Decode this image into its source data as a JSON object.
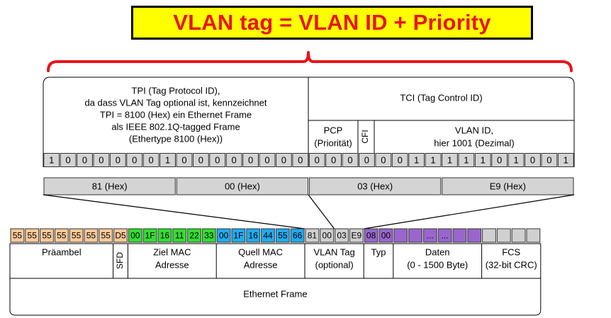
{
  "title": "VLAN tag = VLAN ID + Priority",
  "tpi_text": [
    "TPI (Tag Protocol ID),",
    "da dass VLAN Tag optional ist, kennzeichnet",
    "TPI = 8100 (Hex) ein Ethernet Frame",
    "als IEEE 802.1Q-tagged Frame",
    "(Ethertype 8100 (Hex))"
  ],
  "tci_label": "TCI (Tag Control ID)",
  "pcp_label": [
    "PCP",
    "(Priorität)"
  ],
  "cfi_label": "CFI",
  "vlan_id_label": [
    "VLAN ID,",
    "hier 1001 (Dezimal)"
  ],
  "bits": [
    "1",
    "0",
    "0",
    "0",
    "0",
    "0",
    "0",
    "1",
    "0",
    "0",
    "0",
    "0",
    "0",
    "0",
    "0",
    "0",
    "0",
    "0",
    "0",
    "0",
    "0",
    "0",
    "1",
    "1",
    "1",
    "1",
    "1",
    "0",
    "1",
    "0",
    "0",
    "1"
  ],
  "hex_bytes": [
    "81 (Hex)",
    "00 (Hex)",
    "03 (Hex)",
    "E9 (Hex)"
  ],
  "frame_bytes": [
    {
      "text": "55",
      "group": "preamble"
    },
    {
      "text": "55",
      "group": "preamble"
    },
    {
      "text": "55",
      "group": "preamble"
    },
    {
      "text": "55",
      "group": "preamble"
    },
    {
      "text": "55",
      "group": "preamble"
    },
    {
      "text": "55",
      "group": "preamble"
    },
    {
      "text": "55",
      "group": "preamble"
    },
    {
      "text": "D5",
      "group": "sfd"
    },
    {
      "text": "00",
      "group": "dest"
    },
    {
      "text": "1F",
      "group": "dest"
    },
    {
      "text": "16",
      "group": "dest"
    },
    {
      "text": "11",
      "group": "dest"
    },
    {
      "text": "22",
      "group": "dest"
    },
    {
      "text": "33",
      "group": "dest"
    },
    {
      "text": "00",
      "group": "src"
    },
    {
      "text": "1F",
      "group": "src"
    },
    {
      "text": "16",
      "group": "src"
    },
    {
      "text": "44",
      "group": "src"
    },
    {
      "text": "55",
      "group": "src"
    },
    {
      "text": "66",
      "group": "src"
    },
    {
      "text": "81",
      "group": "vlan"
    },
    {
      "text": "00",
      "group": "vlan"
    },
    {
      "text": "03",
      "group": "vlan"
    },
    {
      "text": "E9",
      "group": "vlan"
    },
    {
      "text": "08",
      "group": "type"
    },
    {
      "text": "00",
      "group": "type"
    },
    {
      "text": "",
      "group": "data"
    },
    {
      "text": "",
      "group": "data"
    },
    {
      "text": "...",
      "group": "data"
    },
    {
      "text": "...",
      "group": "data"
    },
    {
      "text": "",
      "group": "data"
    },
    {
      "text": "",
      "group": "data"
    },
    {
      "text": "",
      "group": "fcs"
    },
    {
      "text": "",
      "group": "fcs"
    },
    {
      "text": "",
      "group": "fcs"
    },
    {
      "text": "",
      "group": "fcs"
    }
  ],
  "fields": {
    "preamble": [
      "Präambel"
    ],
    "sfd": [
      "SFD"
    ],
    "dest": [
      "Ziel MAC",
      "Adresse"
    ],
    "src": [
      "Quell MAC",
      "Adresse"
    ],
    "vlan": [
      "VLAN Tag",
      "(optional)"
    ],
    "type": [
      "Typ"
    ],
    "data": [
      "Daten",
      "(0 - 1500 Byte)"
    ],
    "fcs": [
      "FCS",
      "(32-bit CRC)"
    ]
  },
  "frame_label": "Ethernet Frame",
  "colors": {
    "title_bg": "#ffff00",
    "title_text": "#e8141c",
    "brace": "#e8141c",
    "preamble": "#f9c99a",
    "sfd": "#f9c99a",
    "dest": "#33dd33",
    "src": "#22aaee",
    "vlan": "#d0d0d0",
    "type": "#9966cc",
    "data": "#9966cc",
    "fcs": "#d0d0d0",
    "bit_fill": "#d4d4d4",
    "hex_fill": "#d4d4d4"
  }
}
